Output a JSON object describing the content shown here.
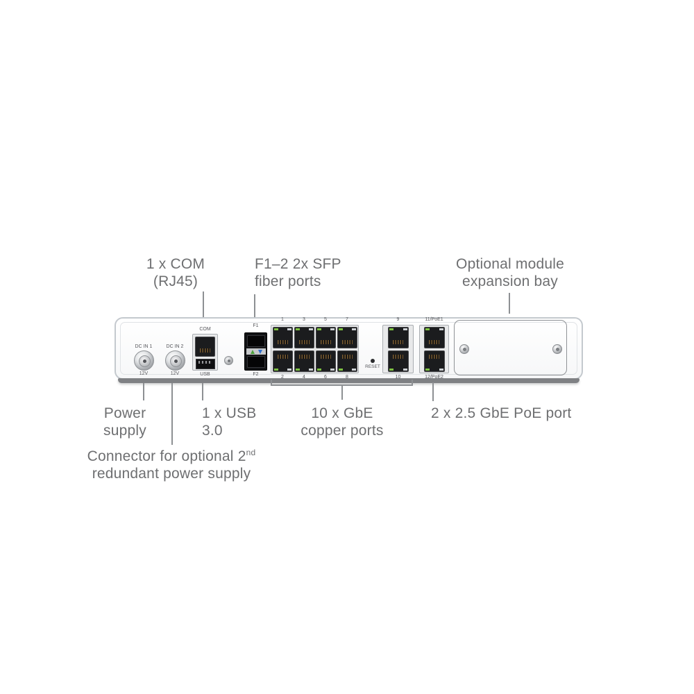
{
  "callouts": {
    "com": {
      "line1": "1 x COM",
      "line2": "(RJ45)"
    },
    "sfp": {
      "line1": "F1–2 2x SFP",
      "line2": "fiber ports"
    },
    "expansion": {
      "line1": "Optional module",
      "line2": "expansion bay"
    },
    "power": {
      "line1": "Power",
      "line2": "supply"
    },
    "usb": {
      "line1": "1 x USB",
      "line2": "3.0"
    },
    "copper": {
      "line1": "10 x GbE",
      "line2": "copper ports"
    },
    "poe": {
      "line1": "2 x 2.5 GbE PoE port"
    },
    "redundant": {
      "line1_text": "Connector for optional 2",
      "line1_sup": "nd",
      "line2": "redundant power supply"
    }
  },
  "device": {
    "dc1_label": "DC IN 1",
    "dc1_voltage": "12V",
    "dc2_label": "DC IN 2",
    "dc2_voltage": "12V",
    "com_label": "COM",
    "usb_label": "USB",
    "sfp_top_label": "F1",
    "sfp_bottom_label": "F2",
    "copper_top_labels": [
      "1",
      "3",
      "5",
      "7"
    ],
    "copper_bottom_labels": [
      "2",
      "4",
      "6",
      "8"
    ],
    "reset_label": "RESET",
    "port9_label": "9",
    "port10_label": "10",
    "poe_top_label": "11/PoE1",
    "poe_bottom_label": "12/PoE2"
  },
  "colors": {
    "callout_text": "#6e6f71",
    "leader_line": "#8d9093",
    "led_green": "#7dc142",
    "sfp_up_arrow": "#4ea23c",
    "sfp_down_arrow": "#2f6fd0"
  }
}
